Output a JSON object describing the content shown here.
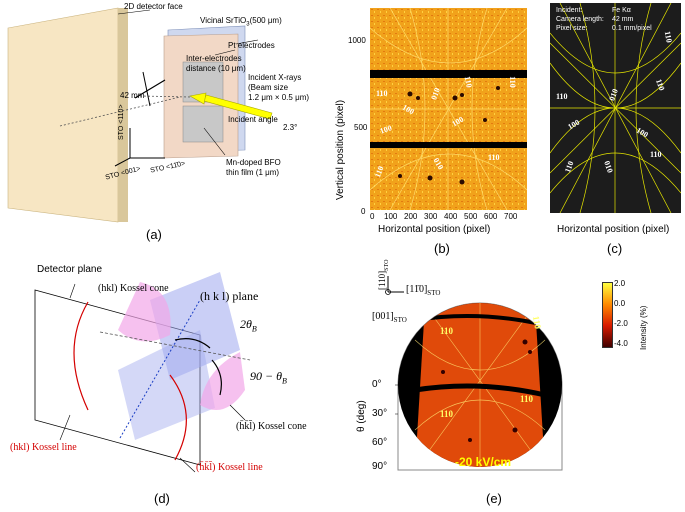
{
  "captions": {
    "a": "(a)",
    "b": "(b)",
    "c": "(c)",
    "d": "(d)",
    "e": "(e)"
  },
  "panel_a": {
    "detector_face": "2D detector face",
    "substrate": "Vicinal SrTiO",
    "substrate_sub": "3",
    "substrate_thick": "(500 μm)",
    "pt_electrodes": "Pt electrodes",
    "inter_dist_1": "Inter-electrodes",
    "inter_dist_2": "distance (10 μm)",
    "xrays_1": "Incident X-rays",
    "xrays_2": "(Beam size",
    "xrays_3": "1.2 μm × 0.5 μm)",
    "incident_angle": "Incident angle",
    "angle_value": "2.3°",
    "distance": "42 mm",
    "sto110": "STO <110>",
    "sto001": "STO <001>",
    "sto1m10": "STO <11̄0>",
    "film_1": "Mn-doped BFO",
    "film_2": "thin film (1 μm)"
  },
  "panel_b": {
    "ylabel": "Vertical position (pixel)",
    "xlabel": "Horizontal position (pixel)",
    "yticks": [
      "1000",
      "500",
      "0"
    ],
    "xticks": [
      "0",
      "100",
      "200",
      "300",
      "400",
      "500",
      "600",
      "700"
    ],
    "miller": [
      "110",
      "010",
      "100",
      "110",
      "100",
      "100",
      "110",
      "110",
      "010",
      "110"
    ]
  },
  "panel_c": {
    "incident_k": "Incident:",
    "incident_v": "Fe Kα",
    "camera_k": "Camera length:",
    "camera_v": "42 mm",
    "pixel_k": "Pixel size:",
    "pixel_v": "0.1 mm/pixel",
    "xlabel": "Horizontal position (pixel)",
    "miller": [
      "110",
      "010",
      "110",
      "100",
      "100",
      "110",
      "010",
      "110"
    ]
  },
  "panel_d": {
    "detector_plane": "Detector plane",
    "hkl_cone": "(hkl) Kossel cone",
    "hkl_plane": "(h k l) plane",
    "two_theta": "2θ",
    "two_theta_sub": "B",
    "ninety": "90 − θ",
    "ninety_sub": "B",
    "bar_cone": "(h̄k̄l̄) Kossel cone",
    "hkl_line": "(hkl) Kossel line",
    "bar_line": "(h̄k̄l̄) Kossel line"
  },
  "panel_e": {
    "axis_110": "[110]",
    "axis_1m10": "[11̄0]",
    "axis_001": "[001]",
    "sto": "STO",
    "theta_label": "θ (deg)",
    "theta_ticks": [
      "0°",
      "30°",
      "60°",
      "90°"
    ],
    "field": "-20 kV/cm",
    "colorbar_label": "Intensity (%)",
    "colorbar_ticks": [
      "2.0",
      "0.0",
      "-2.0",
      "-4.0"
    ],
    "miller": [
      "110",
      "110",
      "110",
      "110"
    ]
  }
}
